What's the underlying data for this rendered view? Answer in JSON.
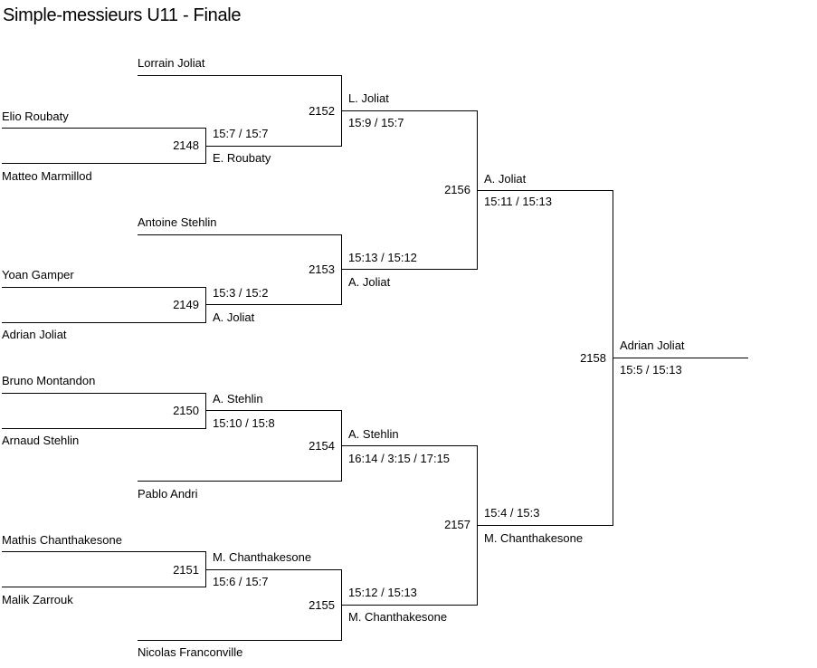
{
  "title": "Simple-messieurs U11 - Finale",
  "round1": {
    "players": [
      "Lorrain Joliat",
      "Elio Roubaty",
      "Matteo Marmillod",
      "Antoine Stehlin",
      "Yoan Gamper",
      "Adrian Joliat",
      "Bruno Montandon",
      "Arnaud Stehlin",
      "Pablo Andri",
      "Mathis Chanthakesone",
      "Malik Zarrouk",
      "Nicolas Franconville"
    ]
  },
  "matches": {
    "m2148": {
      "id": "2148",
      "winner": "E. Roubaty",
      "score": "15:7 / 15:7"
    },
    "m2149": {
      "id": "2149",
      "winner": "A. Joliat",
      "score": "15:3 / 15:2"
    },
    "m2150": {
      "id": "2150",
      "winner": "A. Stehlin",
      "score": "15:10 / 15:8"
    },
    "m2151": {
      "id": "2151",
      "winner": "M. Chanthakesone",
      "score": "15:6 / 15:7"
    },
    "m2152": {
      "id": "2152",
      "winner": "L. Joliat",
      "score": "15:9 / 15:7"
    },
    "m2153": {
      "id": "2153",
      "winner": "A. Joliat",
      "score": "15:13 / 15:12"
    },
    "m2154": {
      "id": "2154",
      "winner": "A. Stehlin",
      "score": "16:14 / 3:15 / 17:15"
    },
    "m2155": {
      "id": "2155",
      "winner": "M. Chanthakesone",
      "score": "15:12 / 15:13"
    },
    "m2156": {
      "id": "2156",
      "winner": "A. Joliat",
      "score": "15:11 / 15:13"
    },
    "m2157": {
      "id": "2157",
      "winner": "M. Chanthakesone",
      "score": "15:4 / 15:3"
    },
    "m2158": {
      "id": "2158",
      "winner": "Adrian Joliat",
      "score": "15:5 / 15:13"
    }
  }
}
